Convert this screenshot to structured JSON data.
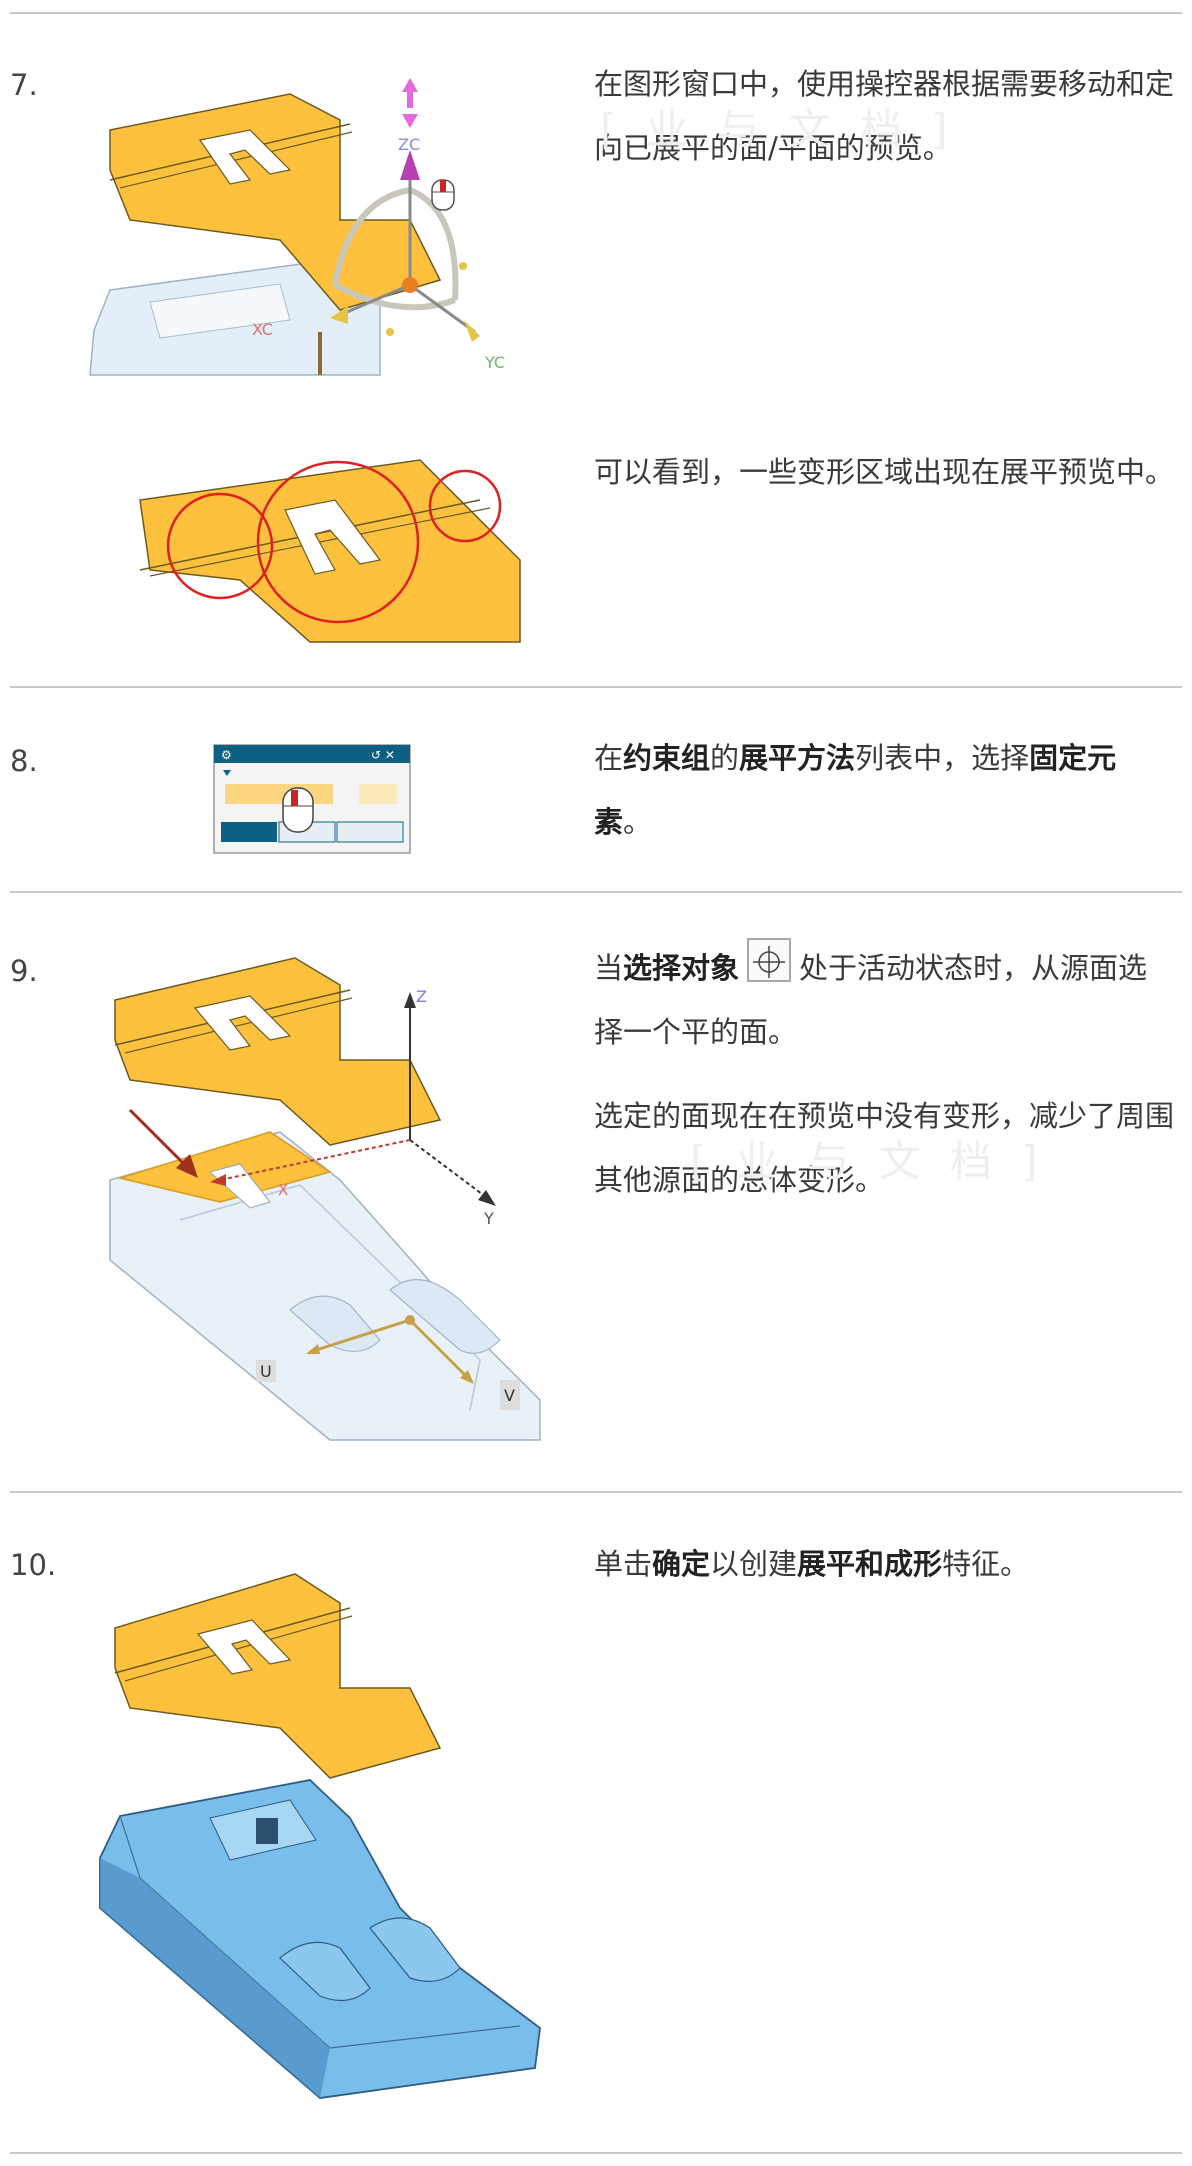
{
  "steps": [
    {
      "number": "7."
    },
    {
      "number": "8."
    },
    {
      "number": "9."
    },
    {
      "number": "10."
    }
  ],
  "texts": {
    "s7a": "在图形窗口中，使用操控器根据需要移动和定向已展平的面/平面的预览。",
    "s7b": "可以看到，一些变形区域出现在展平预览中。",
    "s8_1": "在",
    "s8_2": "约束组",
    "s8_3": "的",
    "s8_4": "展平方法",
    "s8_5": "列表中，选择",
    "s8_6": "固定元素",
    "s8_7": "。",
    "s9a_1": "当",
    "s9a_2": "选择对象",
    "s9a_3": "处于活动状态时，从源面选择一个平的面。",
    "s9b": "选定的面现在在预览中没有变形，减少了周围其他源面的总体变形。",
    "s10_1": "单击",
    "s10_2": "确定",
    "s10_3": "以创建",
    "s10_4": "展平和成形",
    "s10_5": "特征。"
  },
  "figure_labels": {
    "zc": "ZC",
    "xc": "XC",
    "yc": "YC",
    "z": "Z",
    "x": "X",
    "y": "Y",
    "u": "U",
    "v": "V"
  },
  "watermark": "[ 业 与 文 档 ]",
  "colors": {
    "sheet": "#FDC13D",
    "part_light": "#DCEBF7",
    "part_blue": "#79BDEB",
    "circle": "#E02020",
    "dialog_bar": "#0E6082"
  },
  "icons": [
    "mouse-icon",
    "crosshair-select-icon",
    "manipulator-handle-icon"
  ]
}
